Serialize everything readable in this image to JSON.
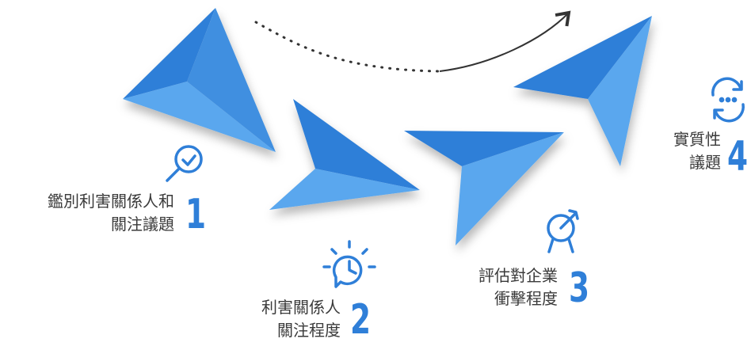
{
  "steps": [
    {
      "num": "1",
      "line1": "鑑別利害關係人和",
      "line2": "關注議題",
      "icon": "search-check-icon"
    },
    {
      "num": "2",
      "line1": "利害關係人",
      "line2": "關注程度",
      "icon": "clock-bulb-icon"
    },
    {
      "num": "3",
      "line1": "評估對企業",
      "line2": "衝擊程度",
      "icon": "target-arrow-icon"
    },
    {
      "num": "4",
      "line1": "實質性",
      "line2": "議題",
      "icon": "refresh-dots-icon"
    }
  ],
  "colors": {
    "plane_light": "#5aa7ee",
    "plane_dark": "#2f7fd8",
    "icon": "#2f7fd8",
    "text": "#3a3a3a"
  },
  "connector": "dotted-to-solid-curved-arrow"
}
